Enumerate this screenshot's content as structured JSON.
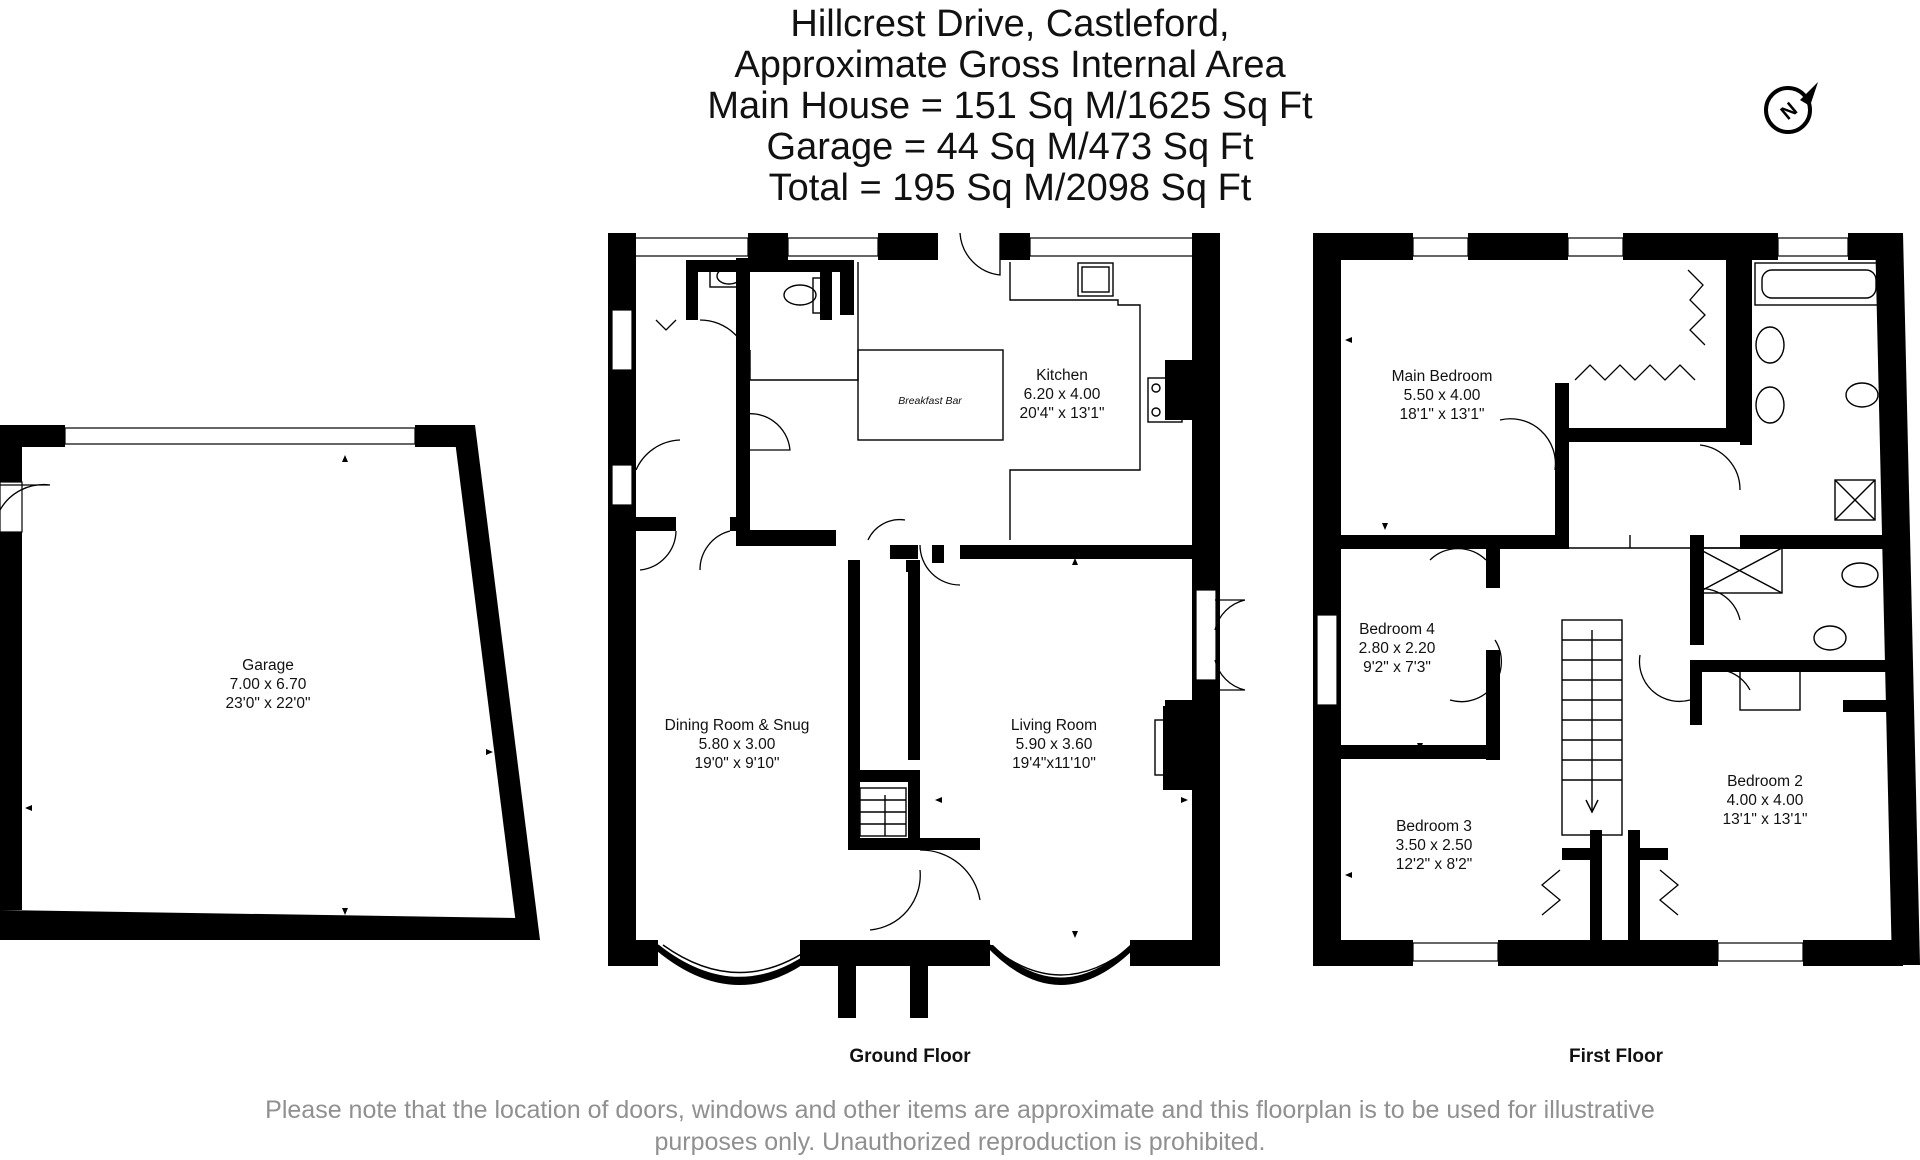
{
  "header": {
    "line1": "Hillcrest Drive, Castleford,",
    "line2": "Approximate Gross Internal Area",
    "line3": "Main House = 151 Sq M/1625 Sq Ft",
    "line4": "Garage = 44 Sq M/473 Sq Ft",
    "line5": "Total = 195 Sq M/2098 Sq Ft"
  },
  "rooms": {
    "garage": {
      "name": "Garage",
      "metric": "7.00 x 6.70",
      "imperial": "23'0\" x 22'0\""
    },
    "kitchen": {
      "name": "Kitchen",
      "metric": "6.20 x 4.00",
      "imperial": "20'4\" x 13'1\""
    },
    "breakfast_bar": {
      "name": "Breakfast Bar"
    },
    "dining": {
      "name": "Dining Room & Snug",
      "metric": "5.80 x 3.00",
      "imperial": "19'0\" x 9'10\""
    },
    "living": {
      "name": "Living Room",
      "metric": "5.90 x 3.60",
      "imperial": "19'4\"x11'10\""
    },
    "main_bedroom": {
      "name": "Main Bedroom",
      "metric": "5.50 x 4.00",
      "imperial": "18'1\" x 13'1\""
    },
    "bedroom4": {
      "name": "Bedroom 4",
      "metric": "2.80 x 2.20",
      "imperial": "9'2\" x 7'3\""
    },
    "bedroom3": {
      "name": "Bedroom 3",
      "metric": "3.50 x 2.50",
      "imperial": "12'2\" x 8'2\""
    },
    "bedroom2": {
      "name": "Bedroom 2",
      "metric": "4.00 x 4.00",
      "imperial": "13'1\" x 13'1\""
    }
  },
  "floors": {
    "ground": "Ground Floor",
    "first": "First Floor"
  },
  "disclaimer": {
    "line1": "Please note that the location of doors, windows and other items are approximate and this floorplan is to be used for illustrative",
    "line2": "purposes only. Unauthorized reproduction is prohibited."
  },
  "compass": {
    "icon": "north-compass-icon",
    "letter": "N"
  }
}
